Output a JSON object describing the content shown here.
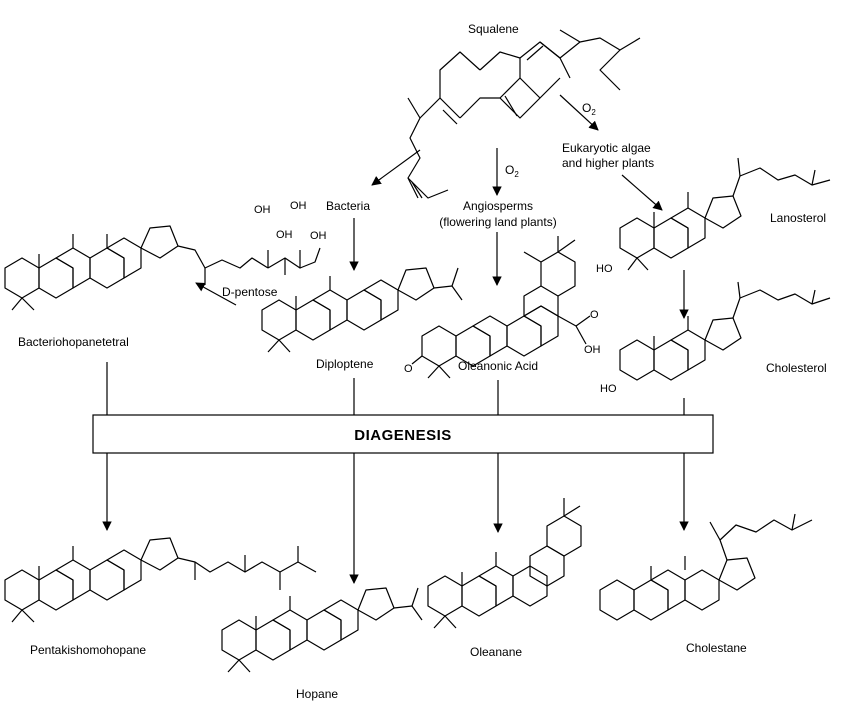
{
  "molecules": {
    "squalene": "Squalene",
    "bacteriohopanetetral": "Bacteriohopanetetral",
    "diploptene": "Diploptene",
    "oleanonic_acid": "Oleanonic Acid",
    "lanosterol": "Lanosterol",
    "cholesterol": "Cholesterol",
    "pentakishomohopane": "Pentakishomohopane",
    "hopane": "Hopane",
    "oleanane": "Oleanane",
    "cholestane": "Cholestane"
  },
  "pathways": {
    "bacteria": "Bacteria",
    "o2": "O",
    "o2_sub": "2",
    "angiosperms_line1": "Angiosperms",
    "angiosperms_line2": "(flowering land plants)",
    "eukaryotic_line1": "Eukaryotic algae",
    "eukaryotic_line2": "and higher plants",
    "d_pentose": "D-pentose"
  },
  "process": {
    "diagenesis": "DIAGENESIS"
  },
  "atoms": {
    "oh": "OH",
    "ho": "HO",
    "o": "O"
  }
}
